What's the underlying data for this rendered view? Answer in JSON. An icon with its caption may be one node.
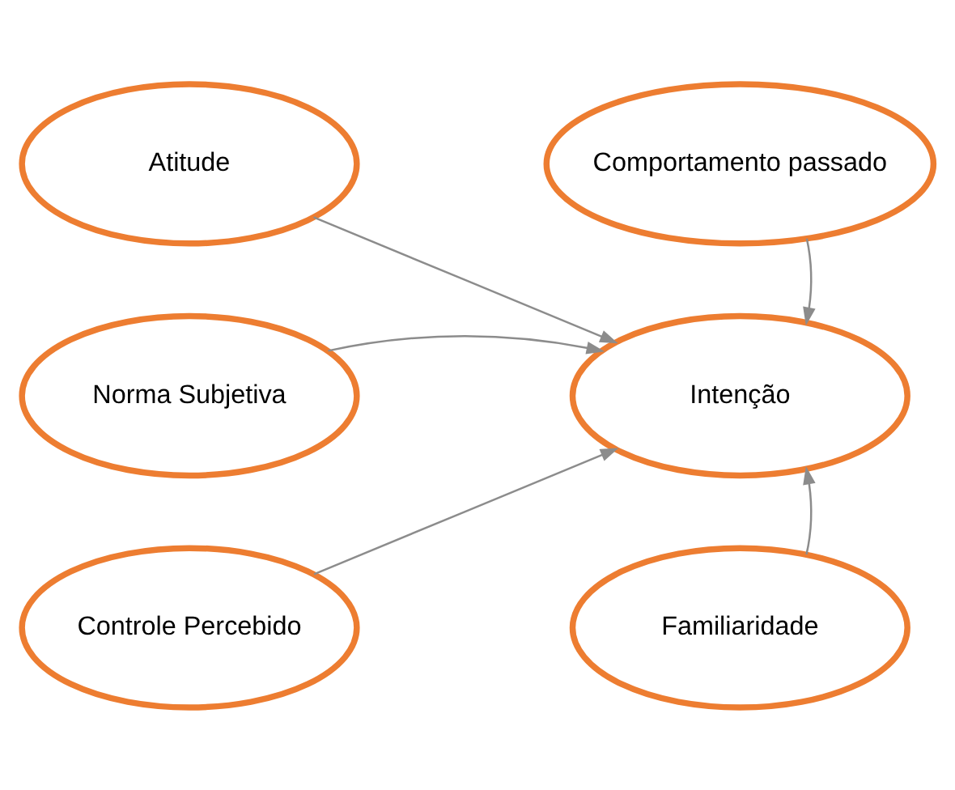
{
  "diagram": {
    "nodes": [
      {
        "text": [
          "Comportamento passado"
        ]
      },
      {
        "text": [
          "Atitude"
        ]
      },
      {
        "text": [
          "Norma Subjetiva"
        ]
      },
      {
        "text": [
          "Intenção"
        ]
      },
      {
        "text": [
          "Controle Percebido"
        ]
      },
      {
        "text": [
          "Familiaridade"
        ]
      }
    ],
    "edges": [
      {
        "from": 1,
        "to": 3,
        "arrow": "to"
      },
      {
        "from": 2,
        "to": 3,
        "arrow": "to"
      },
      {
        "from": 4,
        "to": 3,
        "arrow": "to"
      },
      {
        "from": 0,
        "to": 3,
        "arrow": "to"
      },
      {
        "from": 5,
        "to": 3,
        "arrow": "to"
      }
    ]
  }
}
